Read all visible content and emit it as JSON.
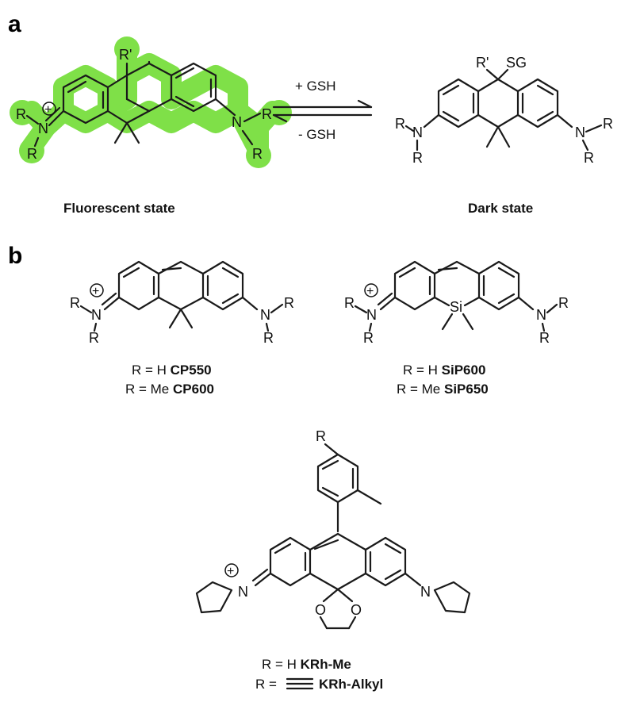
{
  "panels": {
    "a": "a",
    "b": "b"
  },
  "scheme": {
    "forward": "+ GSH",
    "reverse": "- GSH",
    "left_caption": "Fluorescent state",
    "right_caption": "Dark state"
  },
  "atoms": {
    "R": "R",
    "N": "N",
    "Rprime": "R'",
    "SG": "SG",
    "Si": "Si",
    "O": "O",
    "plus": "+"
  },
  "compounds": {
    "cp": {
      "line1_prefix": "R = H ",
      "line1_name": "CP550",
      "line2_prefix": "R = Me ",
      "line2_name": "CP600"
    },
    "sip": {
      "line1_prefix": "R = H ",
      "line1_name": "SiP600",
      "line2_prefix": "R = Me ",
      "line2_name": "SiP650"
    },
    "krh": {
      "line1_prefix": "R = H ",
      "line1_name": "KRh-Me",
      "line2_prefix": "R = ",
      "line2_name": "KRh-Alkyl"
    }
  },
  "colors": {
    "fluorescent_highlight": "#7fe048",
    "ink": "#111111"
  }
}
